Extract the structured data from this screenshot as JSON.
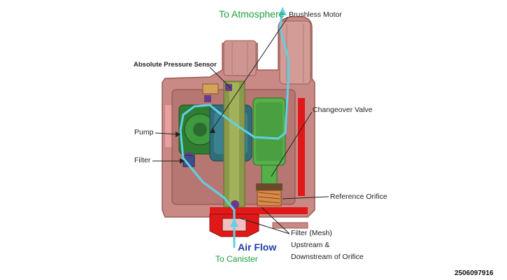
{
  "labels": {
    "to_atmosphere": "To Atmosphere",
    "brushless_motor": "Brushless Motor",
    "absolute_pressure_sensor": "Absolute Pressure Sensor",
    "changeover_valve": "Changeover Valve",
    "pump": "Pump",
    "filter": "Filter",
    "reference_orifice": "Reference Orifice",
    "filter_mesh_1": "Filter (Mesh)",
    "filter_mesh_2": "Upstream &",
    "filter_mesh_3": "Downstream of Orifice",
    "air_flow": "Air Flow",
    "to_canister": "To Canister",
    "image_id": "2506097916"
  },
  "colors": {
    "housing": "#c98a86",
    "housing_dark": "#9c5a55",
    "green_dark": "#2e7d32",
    "green_light": "#55b04a",
    "olive": "#8a9a4a",
    "red": "#e01818",
    "airflow": "#5fd0e6",
    "motor_teal": "#2f6e78"
  }
}
